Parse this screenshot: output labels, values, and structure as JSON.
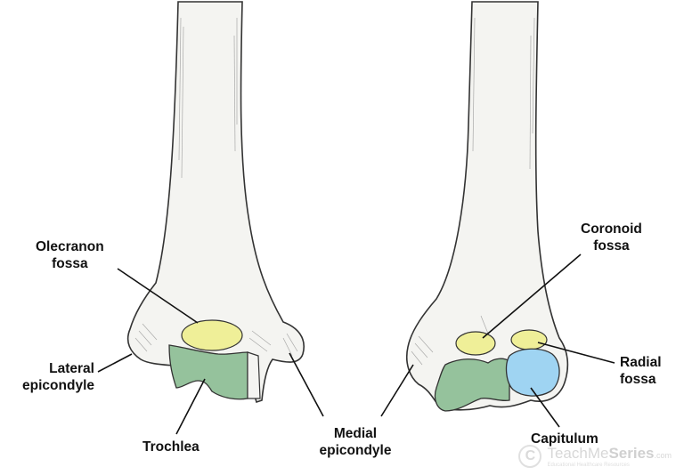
{
  "labels": {
    "olecranon_fossa": [
      "Olecranon",
      "fossa"
    ],
    "lateral_epicondyle": [
      "Lateral",
      "epicondyle"
    ],
    "trochlea": [
      "Trochlea"
    ],
    "medial_epicondyle": [
      "Medial",
      "epicondyle"
    ],
    "coronoid_fossa": [
      "Coronoid",
      "fossa"
    ],
    "radial_fossa": [
      "Radial",
      "fossa"
    ],
    "capitulum": [
      "Capitulum"
    ]
  },
  "brand": {
    "logo_letter": "C",
    "name_plain": "TeachMe",
    "name_bold": "Series",
    "domain_suffix": ".com",
    "tagline": "Educational Healthcare Resources"
  },
  "colors": {
    "fossa_yellow": "#efef98",
    "trochlea_green": "#95c29c",
    "capitulum_blue": "#9fd4f2",
    "bone_fill": "#f4f4f1",
    "outline": "#333333"
  }
}
